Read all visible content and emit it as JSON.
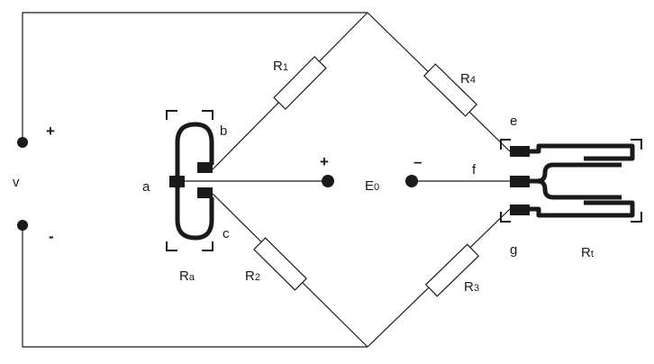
{
  "labels": {
    "v": "v",
    "v_plus": "+",
    "v_minus": "-",
    "a": "a",
    "b": "b",
    "c": "c",
    "e": "e",
    "f": "f",
    "g": "g",
    "e0_main": "E",
    "e0_sub": "0",
    "e0_plus": "+",
    "e0_minus": "–",
    "r1_main": "R",
    "r1_sub": "1",
    "r2_main": "R",
    "r2_sub": "2",
    "r3_main": "R",
    "r3_sub": "3",
    "r4_main": "R",
    "r4_sub": "4",
    "ra_main": "R",
    "ra_sub": "a",
    "rt_main": "R",
    "rt_sub": "t"
  },
  "colors": {
    "ink": "#1a1a1a",
    "background": "#ffffff"
  }
}
